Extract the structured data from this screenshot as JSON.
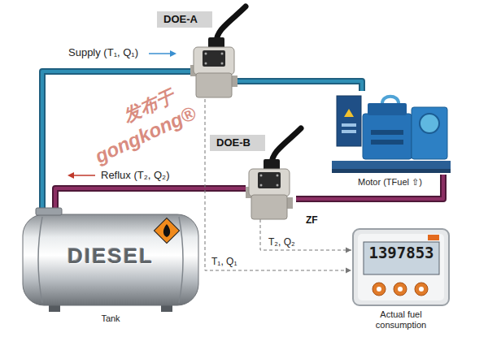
{
  "diagram": {
    "nodes": [
      {
        "text": [
          "DOE-A"
        ]
      },
      {
        "text": [
          "Motor (TFuel ⇧)"
        ]
      },
      {
        "text": [
          "DOE-B"
        ]
      },
      {
        "text": [
          "DIESEL",
          "Tank"
        ]
      },
      {
        "text": [
          "ZF",
          "1397853",
          "Actual fuel consumption"
        ]
      }
    ],
    "edges": [
      {
        "from": 3,
        "to": 0,
        "arrow": "none",
        "label": "Supply (T₁, Q₁)"
      },
      {
        "from": 0,
        "to": 1,
        "arrow": "none"
      },
      {
        "from": 1,
        "to": 2,
        "arrow": "none"
      },
      {
        "from": 2,
        "to": 3,
        "arrow": "none",
        "label": "Reflux (T₂, Q₂)"
      },
      {
        "from": 2,
        "to": 4,
        "arrow": "to",
        "label": "T₂, Q₂"
      },
      {
        "from": 0,
        "to": 4,
        "arrow": "to",
        "label": "T₁, Q₁"
      }
    ],
    "labels": [
      "发布于",
      "gongkong®"
    ]
  }
}
